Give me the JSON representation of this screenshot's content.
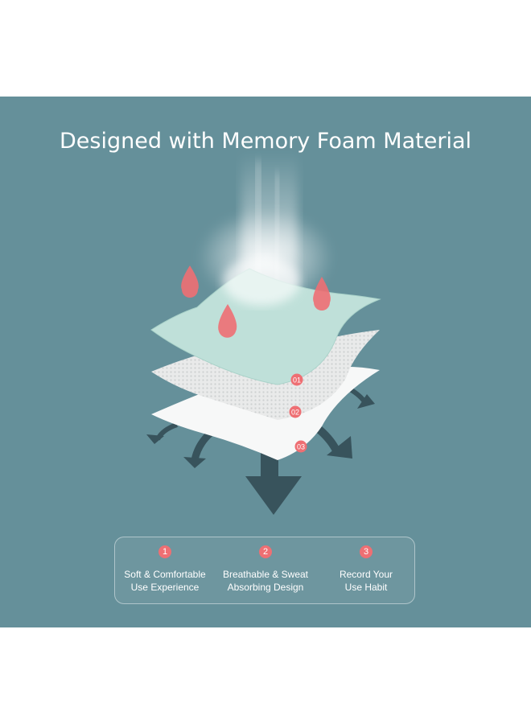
{
  "title": "Designed with Memory Foam Material",
  "layers": [
    {
      "badge": "01"
    },
    {
      "badge": "02"
    },
    {
      "badge": "03"
    }
  ],
  "features": [
    {
      "number": "1",
      "line1": "Soft & Comfortable",
      "line2": "Use Experience"
    },
    {
      "number": "2",
      "line1": "Breathable & Sweat",
      "line2": "Absorbing Design"
    },
    {
      "number": "3",
      "line1": "Record Your",
      "line2": "Use Habit"
    }
  ],
  "colors": {
    "background": "#65909a",
    "accent": "#ee6f73",
    "top_layer": "#bfe0d9",
    "arrow": "#38535c"
  }
}
